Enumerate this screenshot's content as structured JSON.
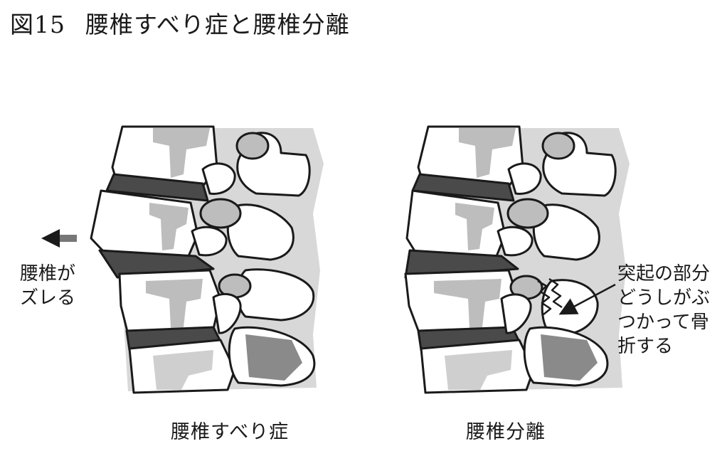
{
  "figure": {
    "number": "図15",
    "title": "腰椎すべり症と腰椎分離"
  },
  "left_panel": {
    "arrow_label_line1": "腰椎が",
    "arrow_label_line2": "ズレる",
    "caption": "腰椎すべり症"
  },
  "right_panel": {
    "callout_line1": "突起の部分",
    "callout_line2": "どうしがぶ",
    "callout_line3": "つかって骨",
    "callout_line4": "折する",
    "caption": "腰椎分離"
  },
  "colors": {
    "bone_fill": "#ffffff",
    "outline": "#1a1a1a",
    "disc_dark": "#4a4a4a",
    "shadow_gray": "#bdbdbd",
    "mid_gray": "#8a8a8a"
  }
}
